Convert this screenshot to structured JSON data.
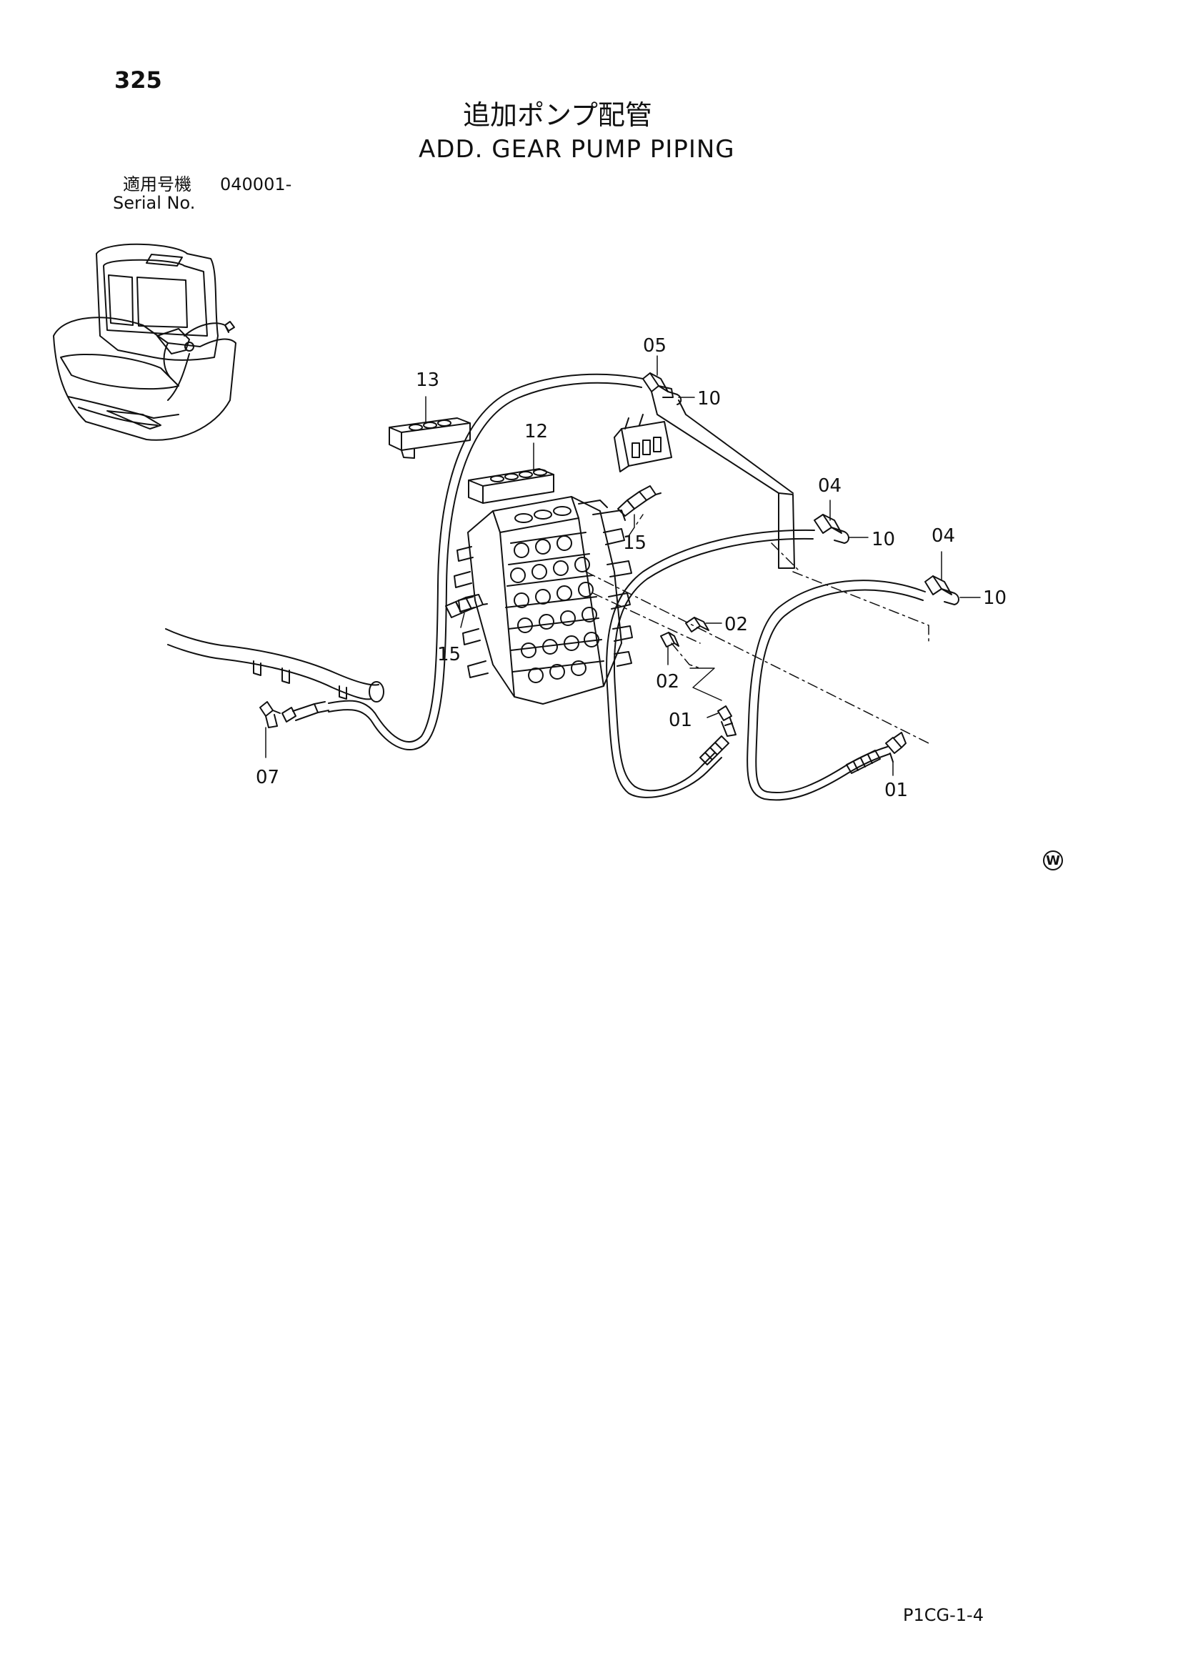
{
  "page_number": "325",
  "title_jp": "追加ポンプ配管",
  "title_en": "ADD.  GEAR PUMP PIPING",
  "serial": {
    "label_jp": "適用号機",
    "number": "040001-",
    "label_en": "Serial No."
  },
  "callouts": [
    "05",
    "10",
    "13",
    "12",
    "04",
    "10",
    "04",
    "10",
    "15",
    "15",
    "02",
    "02",
    "01",
    "01",
    "07"
  ],
  "w_mark": "W",
  "footer_code": "P1CG-1-4"
}
